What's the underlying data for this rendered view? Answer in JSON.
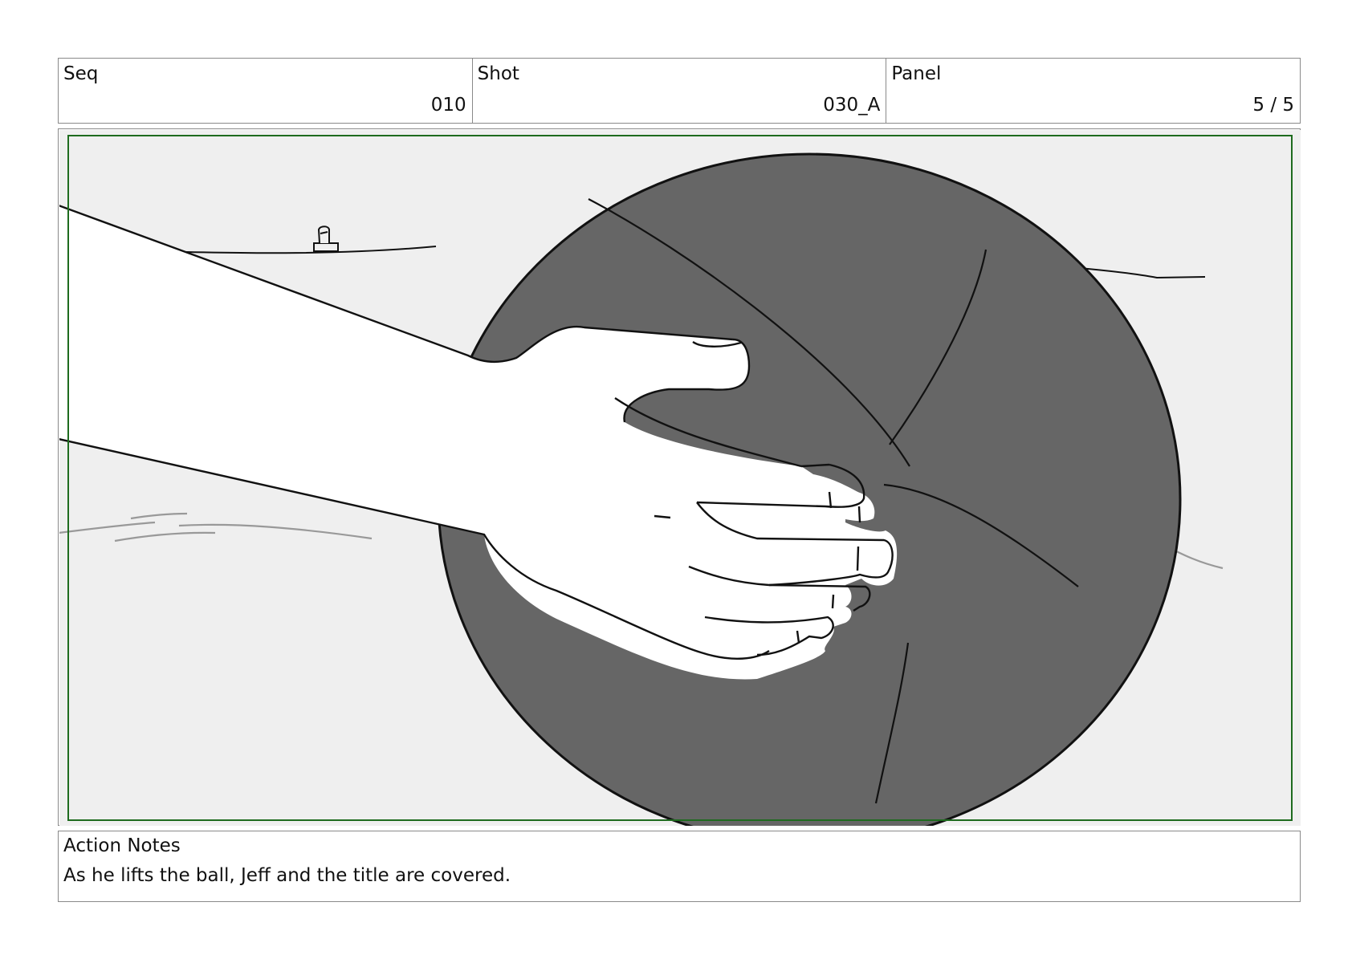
{
  "header": {
    "seq": {
      "label": "Seq",
      "value": "010"
    },
    "shot": {
      "label": "Shot",
      "value": "030_A"
    },
    "panel": {
      "label": "Panel",
      "value": "5 / 5"
    }
  },
  "panel_image": {
    "background_color": "#efefef",
    "ball_color": "#666666",
    "safe_frame_color": "#1e6b1e"
  },
  "notes": {
    "label": "Action Notes",
    "text": "As he lifts the ball, Jeff and the title are covered."
  }
}
